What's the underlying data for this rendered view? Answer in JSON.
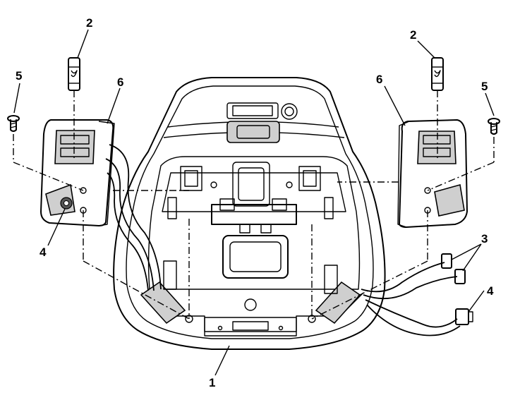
{
  "diagram": {
    "callouts": {
      "c1": "1",
      "c2_left": "2",
      "c2_right": "2",
      "c3": "3",
      "c4_left": "4",
      "c4_right": "4",
      "c5_left": "5",
      "c5_right": "5",
      "c6_left": "6",
      "c6_right": "6"
    }
  }
}
